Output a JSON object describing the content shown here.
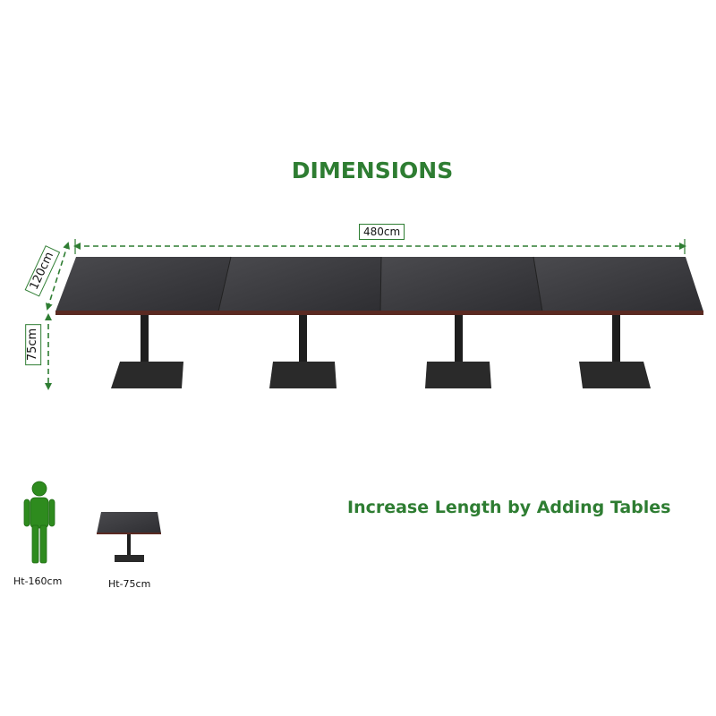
{
  "title": "DIMENSIONS",
  "dimensions": {
    "length": "480cm",
    "depth": "120cm",
    "height": "75cm"
  },
  "subtitle": "Increase Length by Adding Tables",
  "comparison": {
    "person_label": "Ht-160cm",
    "table_label": "Ht-75cm"
  },
  "colors": {
    "accent_green": "#2e7d32",
    "figure_green": "#2e8b1e",
    "tabletop": "#3a3a3e",
    "table_edge": "#5a2a22",
    "metal": "#1e1e1e"
  },
  "icons": {
    "person": "person-silhouette-icon",
    "table": "single-table-icon"
  }
}
